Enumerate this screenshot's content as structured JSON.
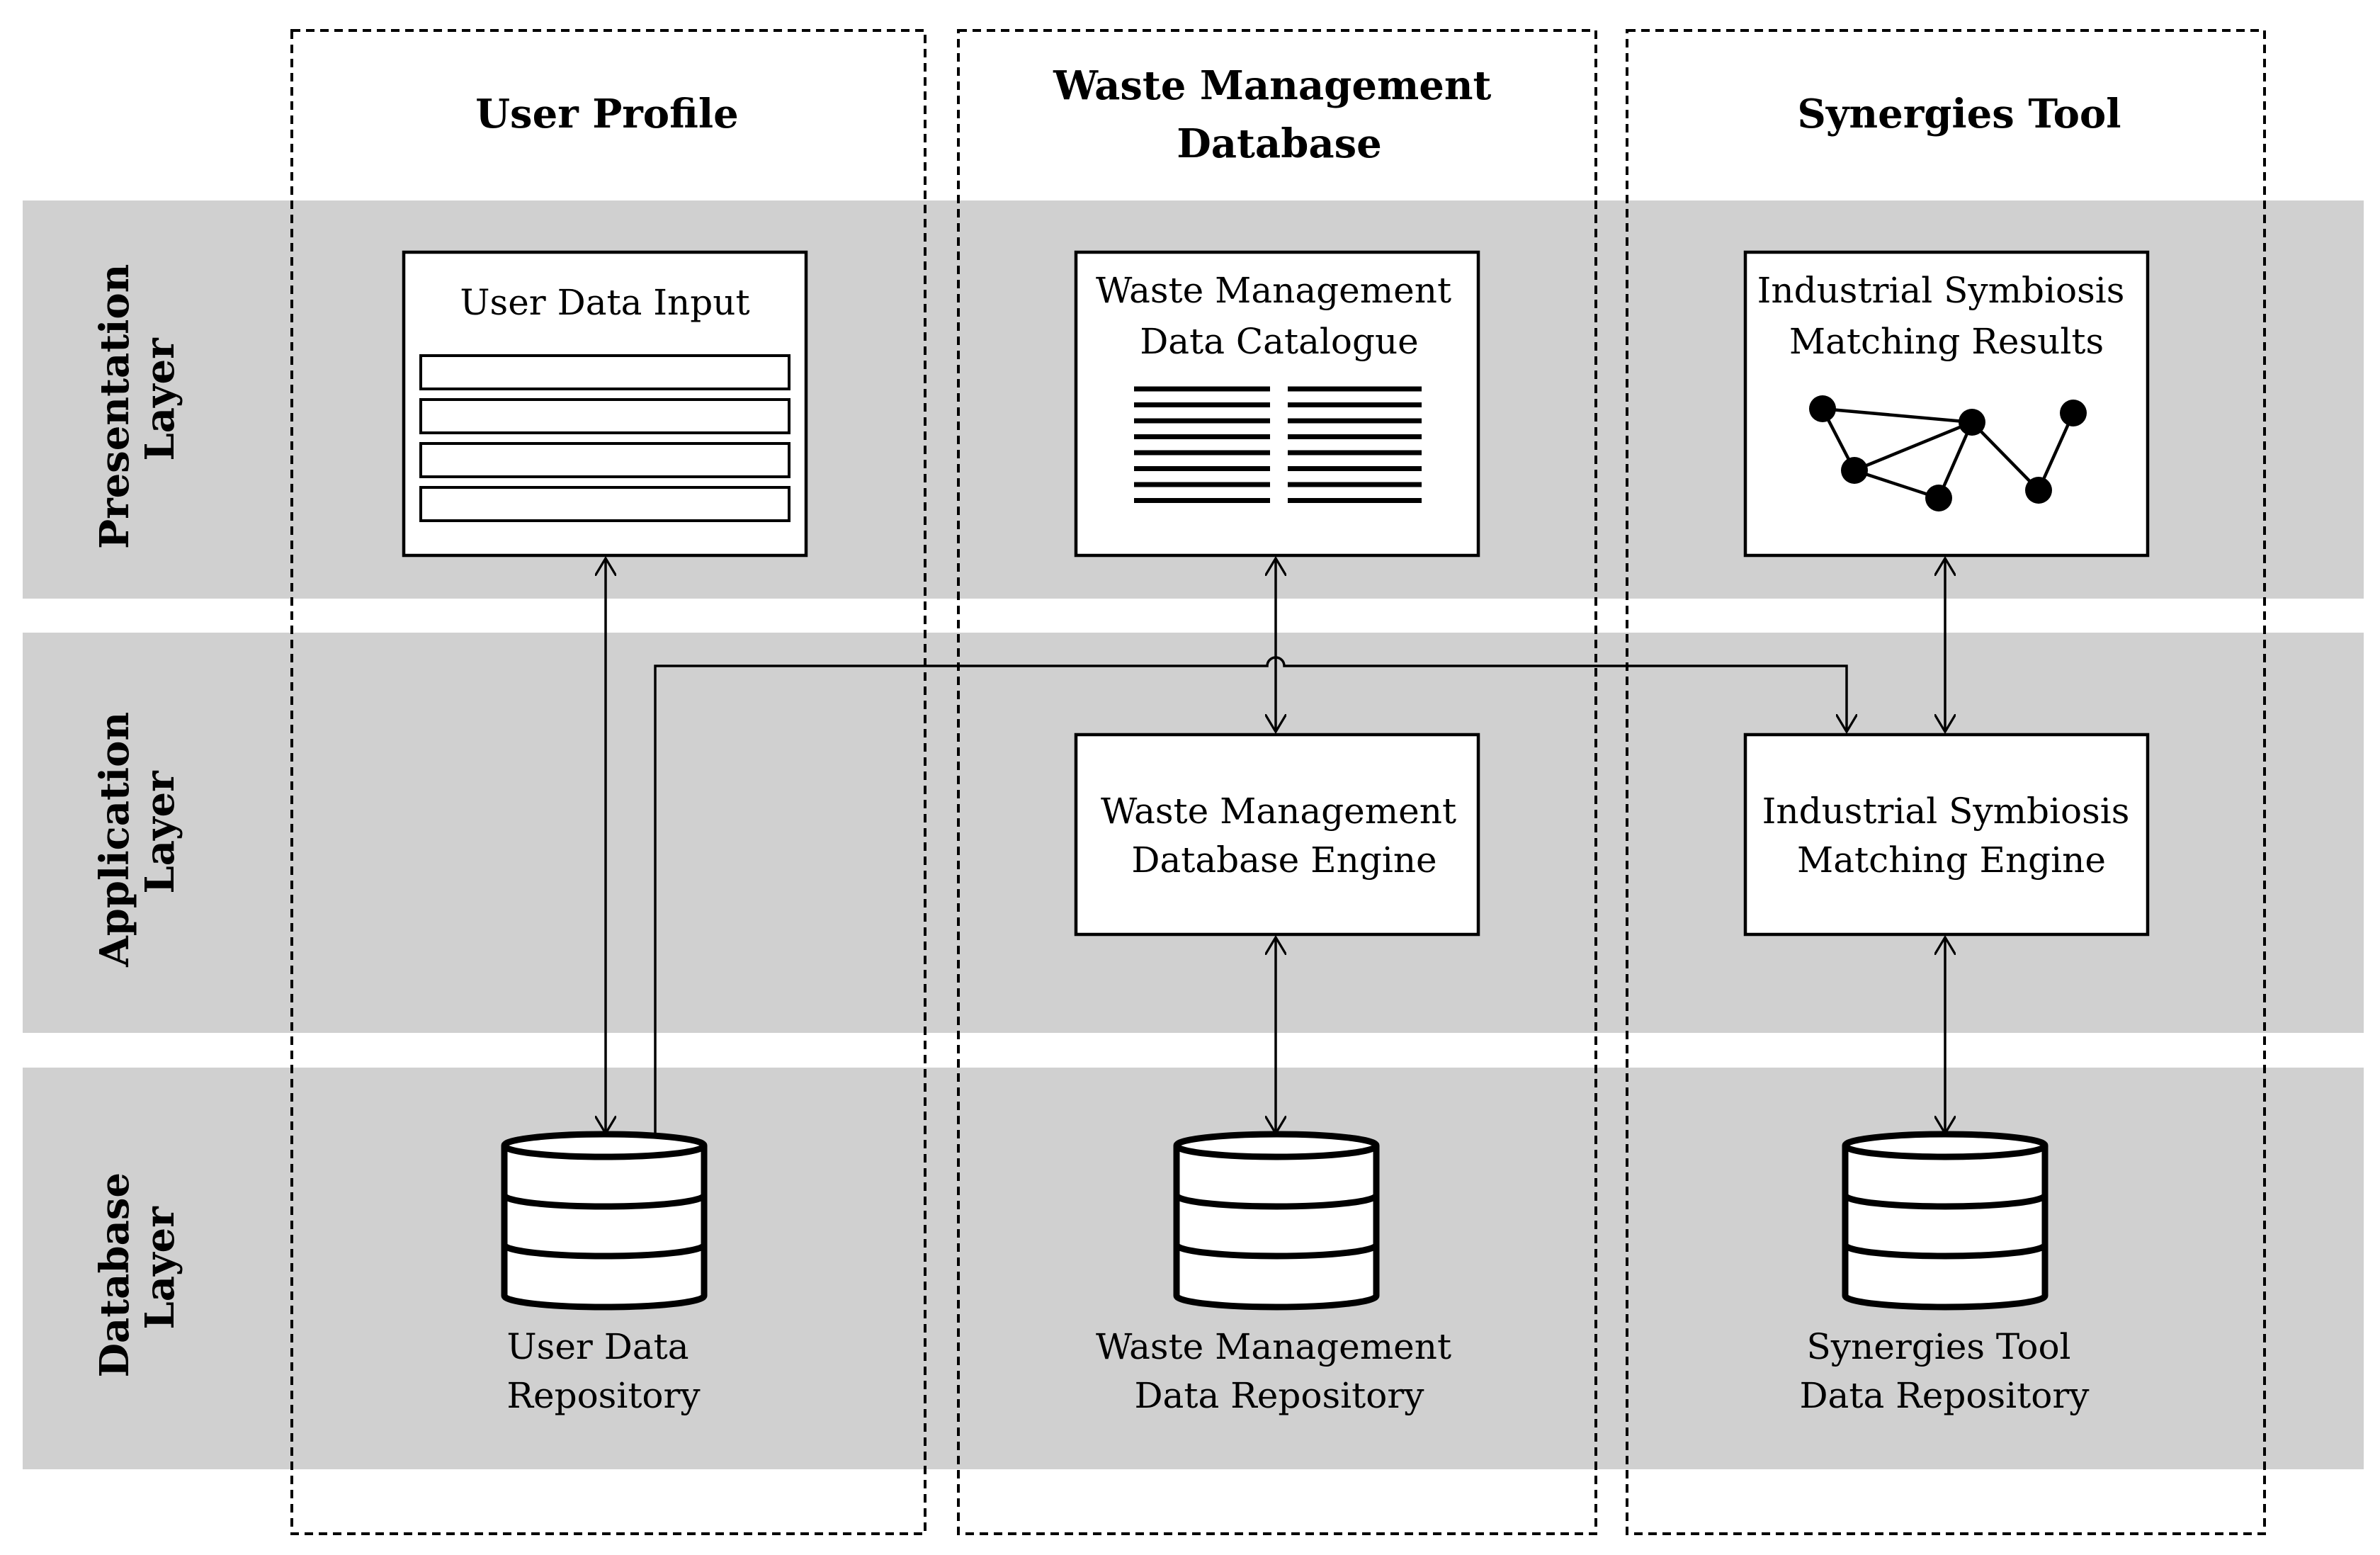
{
  "columns": [
    {
      "title_lines": [
        "User Profile"
      ]
    },
    {
      "title_lines": [
        "Waste Management",
        "Database"
      ]
    },
    {
      "title_lines": [
        "Synergies Tool"
      ]
    }
  ],
  "layers": [
    {
      "lines": [
        "Presentation",
        "Layer"
      ]
    },
    {
      "lines": [
        "Application",
        "Layer"
      ]
    },
    {
      "lines": [
        "Database",
        "Layer"
      ]
    }
  ],
  "components": {
    "user_data_input": {
      "lines": [
        "User Data Input"
      ]
    },
    "waste_catalogue": {
      "lines": [
        "Waste Management",
        "Data Catalogue"
      ]
    },
    "is_results": {
      "lines": [
        "Industrial Symbiosis",
        "Matching Results"
      ]
    },
    "waste_engine": {
      "lines": [
        "Waste Management",
        "Database Engine"
      ]
    },
    "is_engine": {
      "lines": [
        "Industrial Symbiosis",
        "Matching Engine"
      ]
    },
    "user_repo": {
      "lines": [
        "User Data",
        "Repository"
      ]
    },
    "waste_repo": {
      "lines": [
        "Waste Management",
        "Data Repository"
      ]
    },
    "synergies_repo": {
      "lines": [
        "Synergies Tool",
        "Data Repository"
      ]
    }
  },
  "icons": [
    "form-fields-icon",
    "text-lines-icon",
    "network-graph-icon",
    "database-icon"
  ],
  "colors": {
    "band": "#d0d0d0",
    "stroke": "#000000",
    "panel": "#ffffff"
  }
}
